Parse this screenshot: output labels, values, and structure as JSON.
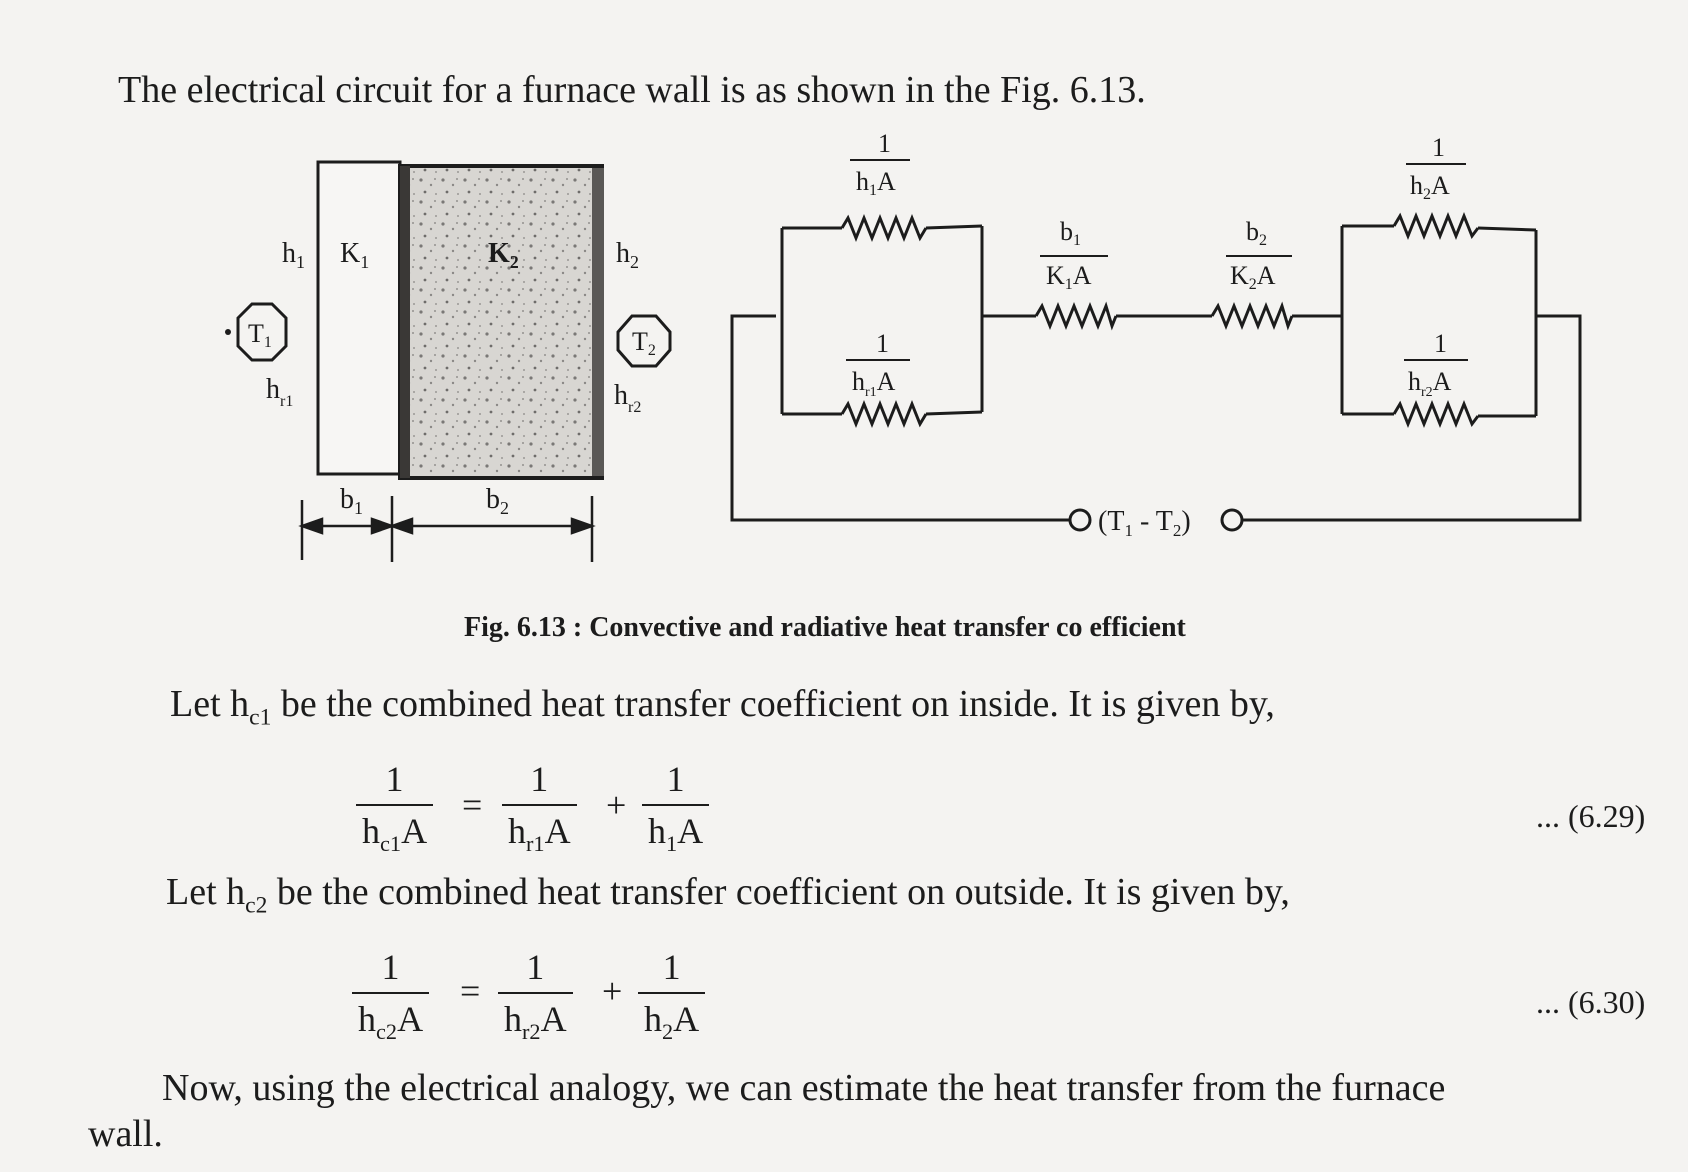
{
  "intro": {
    "text": "The electrical circuit for a furnace wall  is as shown in the Fig. 6.13."
  },
  "figure": {
    "wall_labels": {
      "h1": "h",
      "h1_sub": "1",
      "hr1": "h",
      "hr1_sub": "r1",
      "K1": "K",
      "K1_sub": "1",
      "K2": "K",
      "K2_sub": "2",
      "h2": "h",
      "h2_sub": "2",
      "hr2": "h",
      "hr2_sub": "r2",
      "T1": "T",
      "T1_sub": "1",
      "T2": "T",
      "T2_sub": "2",
      "b1": "b",
      "b1_sub": "1",
      "b2": "b",
      "b2_sub": "2"
    },
    "circuit_labels": {
      "r1_num": "1",
      "r1_den": "h",
      "r1_den_sub": "1",
      "r1_den_tail": "A",
      "r2_num": "1",
      "r2_den": "h",
      "r2_den_sub": "r1",
      "r2_den_tail": "A",
      "r3_num": "b",
      "r3_num_sub": "1",
      "r3_den": "K",
      "r3_den_sub": "1",
      "r3_den_tail": "A",
      "r4_num": "b",
      "r4_num_sub": "2",
      "r4_den": "K",
      "r4_den_sub": "2",
      "r4_den_tail": "A",
      "r5_num": "1",
      "r5_den": "h",
      "r5_den_sub": "2",
      "r5_den_tail": "A",
      "r6_num": "1",
      "r6_den": "h",
      "r6_den_sub": "r2",
      "r6_den_tail": "A",
      "source": "(T",
      "source_sub1": "1",
      "source_mid": " - T",
      "source_sub2": "2",
      "source_end": ")"
    },
    "caption": "Fig. 6.13 :  Convective and radiative heat transfer co efficient"
  },
  "para1": {
    "pre": "Let h",
    "sub": "c1",
    "post": " be the combined heat transfer coefficient on inside. It is given by,"
  },
  "eq1": {
    "lhs_num": "1",
    "lhs_den": "h",
    "lhs_den_sub": "c1",
    "lhs_den_tail": "A",
    "eq": "=",
    "t1_num": "1",
    "t1_den": "h",
    "t1_den_sub": "r1",
    "t1_den_tail": "A",
    "plus": "+",
    "t2_num": "1",
    "t2_den": "h",
    "t2_den_sub": "1",
    "t2_den_tail": "A",
    "number": "... (6.29)"
  },
  "para2": {
    "pre": "Let h",
    "sub": "c2",
    "post": " be the combined heat transfer coefficient on outside. It is given by,"
  },
  "eq2": {
    "lhs_num": "1",
    "lhs_den": "h",
    "lhs_den_sub": "c2",
    "lhs_den_tail": "A",
    "eq": "=",
    "t1_num": "1",
    "t1_den": "h",
    "t1_den_sub": "r2",
    "t1_den_tail": "A",
    "plus": "+",
    "t2_num": "1",
    "t2_den": "h",
    "t2_den_sub": "2",
    "t2_den_tail": "A",
    "number": "... (6.30)"
  },
  "para3": {
    "line1": "Now, using the electrical analogy, we can estimate the heat transfer from the furnace",
    "line2": "wall."
  }
}
